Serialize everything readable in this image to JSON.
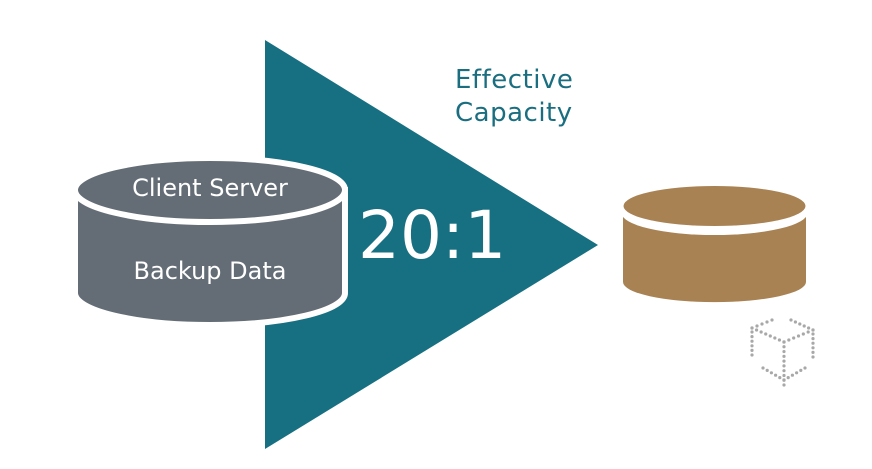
{
  "header": {
    "effective_line1": "Effective",
    "effective_line2": "Capacity"
  },
  "ratio": "20:1",
  "source_db": {
    "top_label": "Client Server",
    "body_label": "Backup Data"
  },
  "colors": {
    "arrow": "#177082",
    "source_db": "#646d75",
    "target_db": "#a88253",
    "cube_dots": "#a8a8a8",
    "outline": "#ffffff"
  },
  "icons": [
    "arrow-triangle",
    "database-cylinder-source",
    "database-cylinder-target",
    "dotted-cube-icon"
  ]
}
